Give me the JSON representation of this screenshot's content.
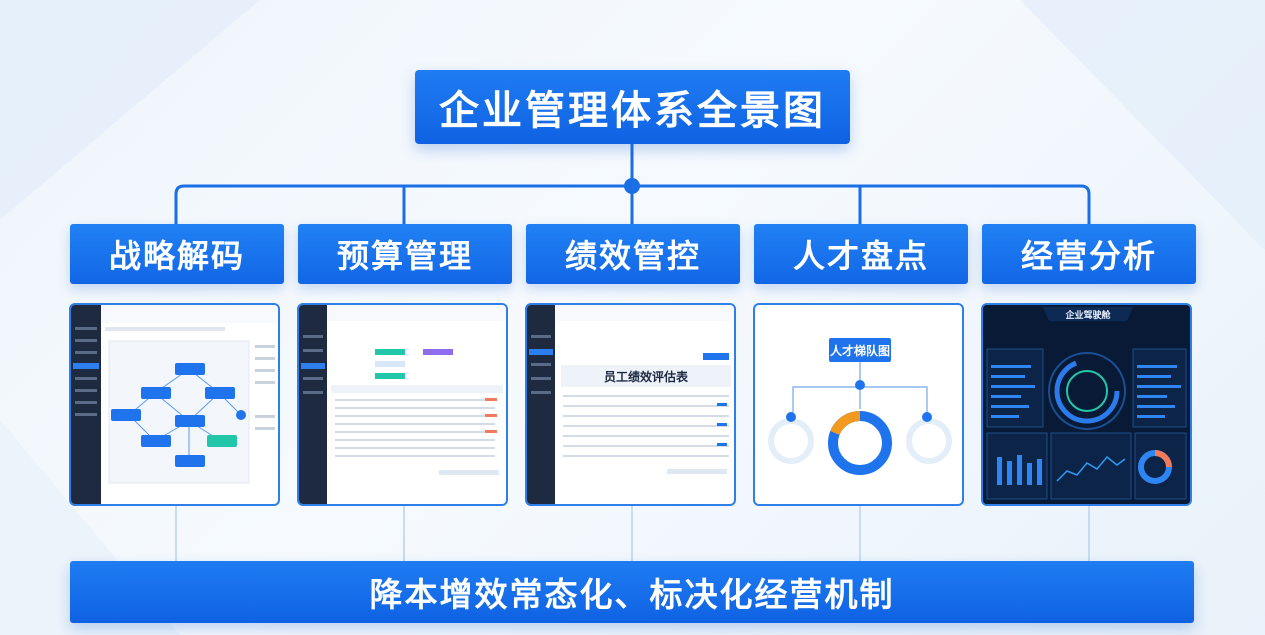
{
  "title": "企业管理体系全景图",
  "categories": [
    {
      "label": "战略解码"
    },
    {
      "label": "预算管理"
    },
    {
      "label": "绩效管控"
    },
    {
      "label": "人才盘点"
    },
    {
      "label": "经营分析"
    }
  ],
  "cards": {
    "performance_form_title": "员工绩效评估表",
    "talent_map_title": "人才梯队图",
    "dashboard_title": "企业驾驶舱"
  },
  "footer": "降本增效常态化、标决化经营机制",
  "colors": {
    "primary": "#1266e6",
    "accent_green": "#22c7a9",
    "accent_orange": "#f29a1f",
    "dark_panel": "#081a36"
  }
}
